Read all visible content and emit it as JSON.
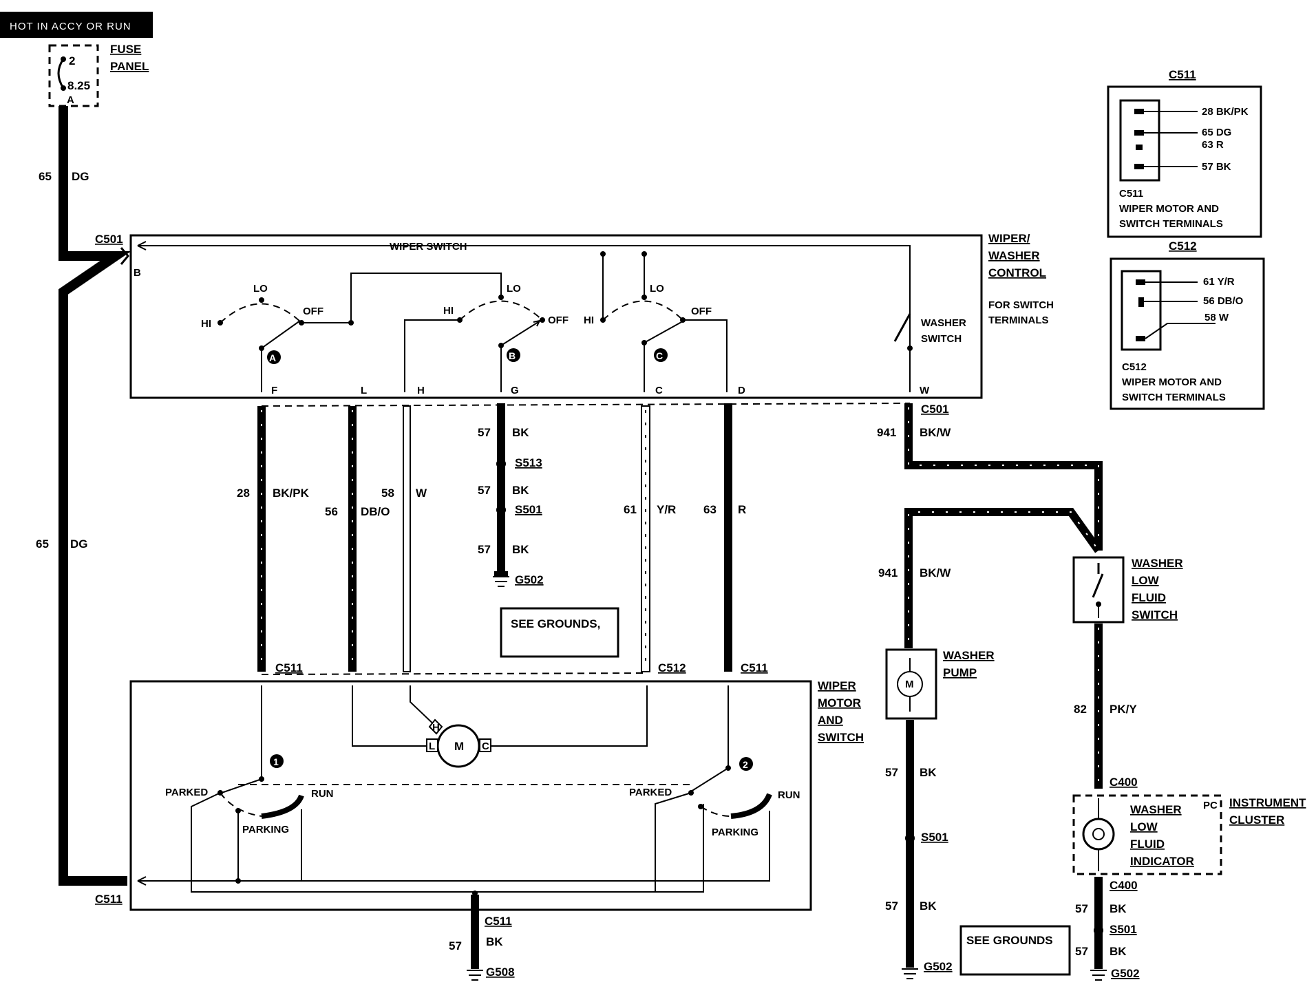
{
  "header": {
    "banner": "HOT IN ACCY OR RUN"
  },
  "fuse": {
    "number": "2",
    "rating": "8.25",
    "terminal": "A",
    "panel_line1": "FUSE",
    "panel_line2": "PANEL"
  },
  "wires": {
    "dg_top": {
      "circuit": "65",
      "color": "DG"
    },
    "dg_mid": {
      "circuit": "65",
      "color": "DG"
    },
    "bkpk": {
      "circuit": "28",
      "color": "BK/PK"
    },
    "dbo": {
      "circuit": "56",
      "color": "DB/O"
    },
    "w": {
      "circuit": "58",
      "color": "W"
    },
    "bk1": {
      "circuit": "57",
      "color": "BK"
    },
    "bk2": {
      "circuit": "57",
      "color": "BK"
    },
    "bk3": {
      "circuit": "57",
      "color": "BK"
    },
    "yr": {
      "circuit": "61",
      "color": "Y/R"
    },
    "r": {
      "circuit": "63",
      "color": "R"
    },
    "bkw1": {
      "circuit": "941",
      "color": "BK/W"
    },
    "bkw2": {
      "circuit": "941",
      "color": "BK/W"
    },
    "pky": {
      "circuit": "82",
      "color": "PK/Y"
    },
    "pump_bk1": {
      "circuit": "57",
      "color": "BK"
    },
    "pump_bk2": {
      "circuit": "57",
      "color": "BK"
    },
    "motor_bk": {
      "circuit": "57",
      "color": "BK"
    },
    "ind_bk1": {
      "circuit": "57",
      "color": "BK"
    },
    "ind_bk2": {
      "circuit": "57",
      "color": "BK"
    }
  },
  "connectors": {
    "c501_left": "C501",
    "c501_left_pin": "B",
    "c501_right": "C501",
    "c511_a": "C511",
    "c512": "C512",
    "c511_b": "C511",
    "c511_bottom_left": "C511",
    "c511_motor_ground": "C511",
    "c400_top": "C400",
    "c400_bottom": "C400"
  },
  "splices": {
    "s513": "S513",
    "s501_a": "S501",
    "s501_b": "S501",
    "s501_c": "S501"
  },
  "grounds": {
    "g502_a": "G502",
    "g502_b": "G502",
    "g502_c": "G502",
    "g508": "G508"
  },
  "see_grounds_1": "SEE GROUNDS,",
  "see_grounds_2": "SEE GROUNDS",
  "wiper_switch": {
    "title": "WIPER SWITCH",
    "label_line1": "WIPER/",
    "label_line2": "WASHER",
    "label_line3": "CONTROL",
    "note_line1": "FOR SWITCH",
    "note_line2": "TERMINALS",
    "sw_a": {
      "hi": "HI",
      "lo": "LO",
      "off": "OFF",
      "id": "A"
    },
    "sw_b": {
      "hi": "HI",
      "lo": "LO",
      "off": "OFF",
      "id": "B"
    },
    "sw_c": {
      "hi": "HI",
      "lo": "LO",
      "off": "OFF",
      "id": "C"
    },
    "washer_line1": "WASHER",
    "washer_line2": "SWITCH",
    "pins": {
      "f": "F",
      "l": "L",
      "h": "H",
      "g": "G",
      "c": "C",
      "d": "D",
      "w": "W"
    }
  },
  "motor": {
    "label_line1": "WIPER",
    "label_line2": "MOTOR",
    "label_line3": "AND",
    "label_line4": "SWITCH",
    "m": "M",
    "h": "H",
    "l": "L",
    "c": "C",
    "sw1": {
      "id": "1",
      "parked": "PARKED",
      "run": "RUN",
      "parking": "PARKING"
    },
    "sw2": {
      "id": "2",
      "parked": "PARKED",
      "run": "RUN",
      "parking": "PARKING"
    }
  },
  "washer_pump": {
    "line1": "WASHER",
    "line2": "PUMP",
    "m": "M"
  },
  "low_fluid_switch": {
    "line1": "WASHER",
    "line2": "LOW",
    "line3": "FLUID",
    "line4": "SWITCH"
  },
  "indicator": {
    "line1": "WASHER",
    "line2": "LOW",
    "line3": "FLUID",
    "line4": "INDICATOR",
    "pc": "PC",
    "cluster1": "INSTRUMENT",
    "cluster2": "CLUSTER"
  },
  "c511_legend": {
    "title": "C511",
    "pins": [
      "28 BK/PK",
      "65 DG",
      "63 R",
      "57 BK"
    ],
    "caption1": "C511",
    "caption2": "WIPER MOTOR AND",
    "caption3": "SWITCH TERMINALS"
  },
  "c512_legend": {
    "title": "C512",
    "pins": [
      "61 Y/R",
      "56 DB/O",
      "58 W"
    ],
    "caption1": "C512",
    "caption2": "WIPER MOTOR AND",
    "caption3": "SWITCH TERMINALS"
  }
}
